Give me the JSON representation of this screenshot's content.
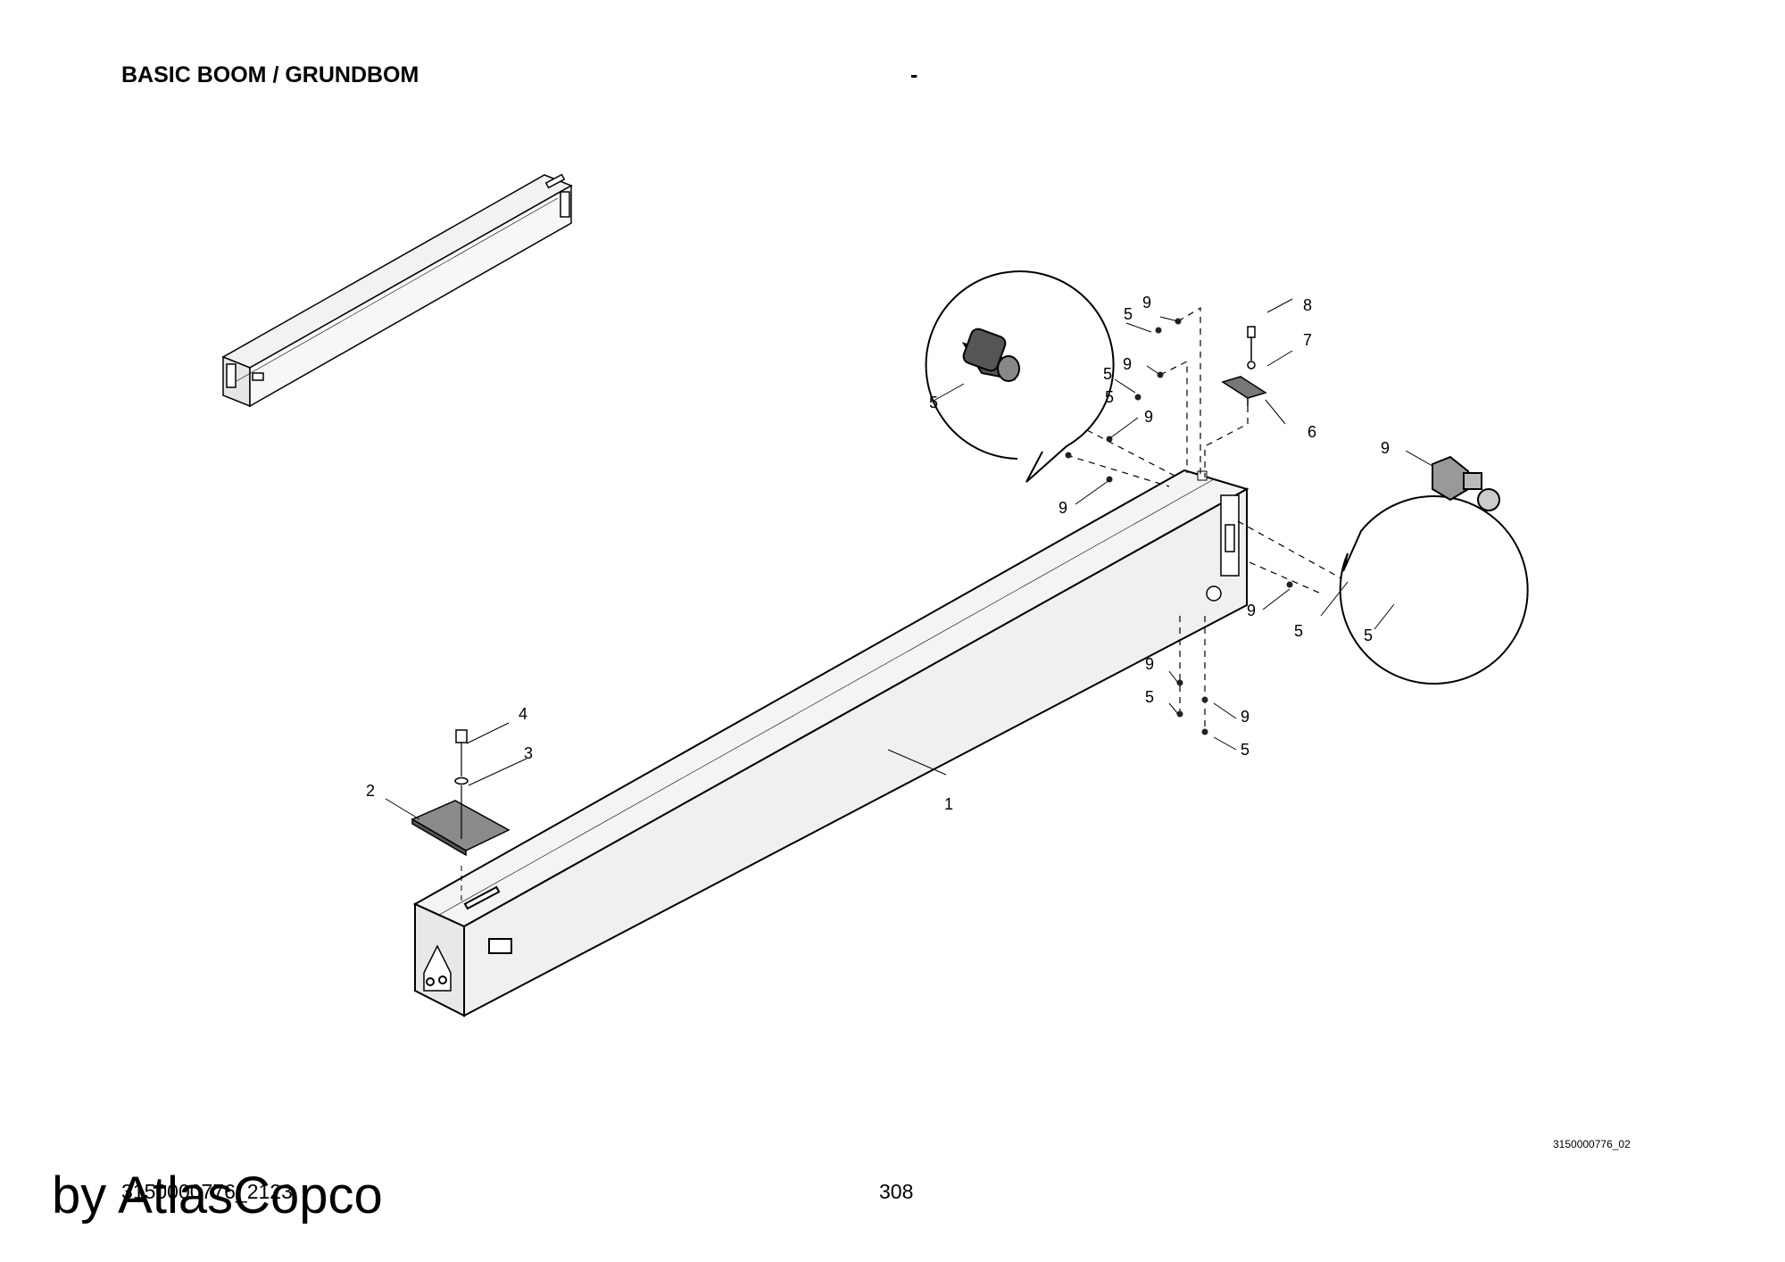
{
  "header": {
    "title": "BASIC BOOM / GRUNDBOM",
    "separator": "-"
  },
  "drawing": {
    "id": "3150000776_02",
    "callouts": {
      "part_1": "1",
      "part_2": "2",
      "part_3": "3",
      "part_4": "4",
      "part_5": "5",
      "part_6": "6",
      "part_7": "7",
      "part_8": "8",
      "part_9": "9"
    }
  },
  "footer": {
    "doc_code": "3150000776_2123",
    "page": "308",
    "watermark": "by AtlasCopco"
  }
}
